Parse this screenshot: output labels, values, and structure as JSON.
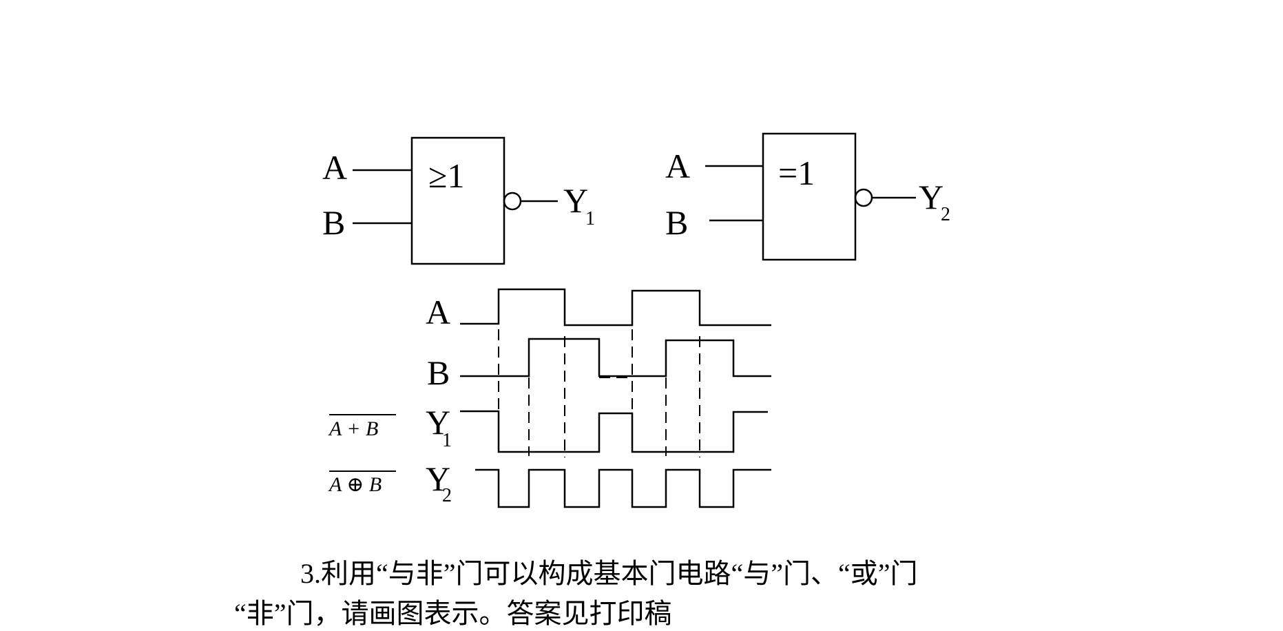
{
  "gate1": {
    "in_a": "A",
    "in_b": "B",
    "symbol": "≥1",
    "output": "Y",
    "output_sub": "1"
  },
  "gate2": {
    "in_a": "A",
    "in_b": "B",
    "symbol": "=1",
    "output": "Y",
    "output_sub": "2"
  },
  "timing": {
    "labels": {
      "a": "A",
      "b": "B",
      "y1": "Y",
      "y1_sub": "1",
      "y2": "Y",
      "y2_sub": "2"
    },
    "y1_expression": "A + B",
    "y2_expression": "A ⊕ B"
  },
  "text": {
    "line1": "3.利用“与非”门可以构成基本门电路“与”门、“或”门",
    "line2": "“非”门，请画图表示。答案见打印稿"
  }
}
